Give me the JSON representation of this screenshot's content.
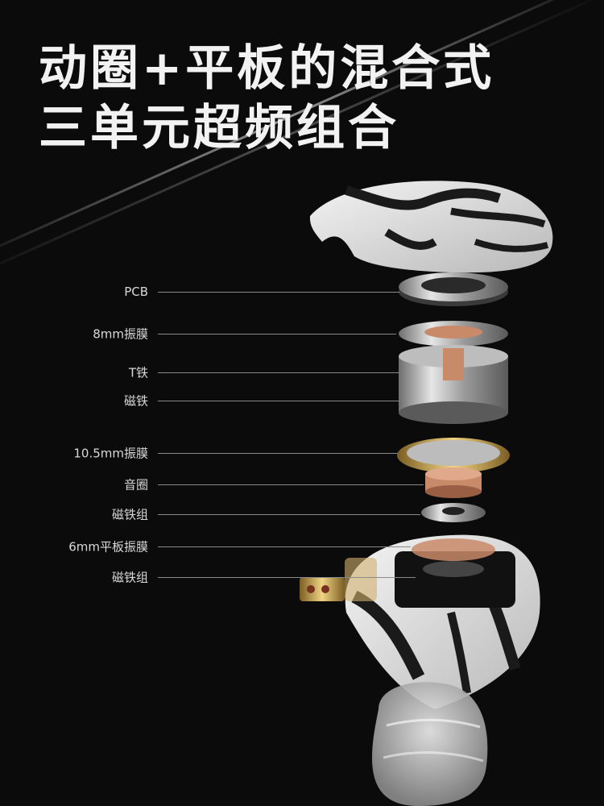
{
  "headline": {
    "line1": "动圈+平板的混合式",
    "line2": "三单元超频组合"
  },
  "parts": [
    {
      "label": "PCB"
    },
    {
      "label": "8mm振膜"
    },
    {
      "label": "T铁"
    },
    {
      "label": "磁铁"
    },
    {
      "label": "10.5mm振膜"
    },
    {
      "label": "音圈"
    },
    {
      "label": "磁铁组"
    },
    {
      "label": "6mm平板振膜"
    },
    {
      "label": "磁铁组"
    }
  ],
  "colors": {
    "background": "#0b0b0b",
    "shell": "#e8e8e8",
    "stripe": "#1a1a1a",
    "gold": "#c9a24a",
    "copper": "#c98a6a"
  }
}
